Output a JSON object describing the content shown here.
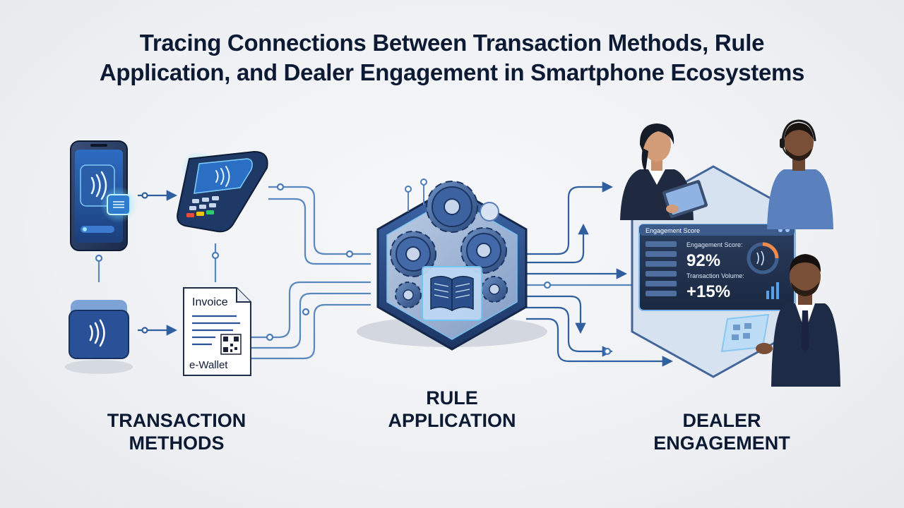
{
  "title": {
    "line1": "Tracing Connections Between Transaction Methods, Rule",
    "line2": "Application, and Dealer Engagement in Smartphone Ecosystems"
  },
  "sections": {
    "transaction": {
      "line1": "TRANSACTION",
      "line2": "METHODS"
    },
    "rule": {
      "line1": "RULE",
      "line2": "APPLICATION"
    },
    "dealer": {
      "line1": "DEALER",
      "line2": "ENGAGEMENT"
    }
  },
  "invoice": {
    "heading": "Invoice",
    "footer": "e-Wallet"
  },
  "dashboard": {
    "header": "Engagement Score",
    "metric1_label": "Engagement Score:",
    "metric1_value": "92%",
    "metric2_label": "Transaction Volume:",
    "metric2_value": "+15%"
  },
  "icons": {
    "phone": "smartphone-nfc-icon",
    "terminal": "pos-terminal-icon",
    "card": "contactless-card-icon",
    "invoice": "invoice-ewallet-icon",
    "rules": "gears-rulebook-icon",
    "dealers": "dealer-people-icon"
  },
  "colors": {
    "navy": "#1f3c6e",
    "blue": "#3b6fb0",
    "line": "#5b87bf",
    "glow": "#49c6f0"
  }
}
